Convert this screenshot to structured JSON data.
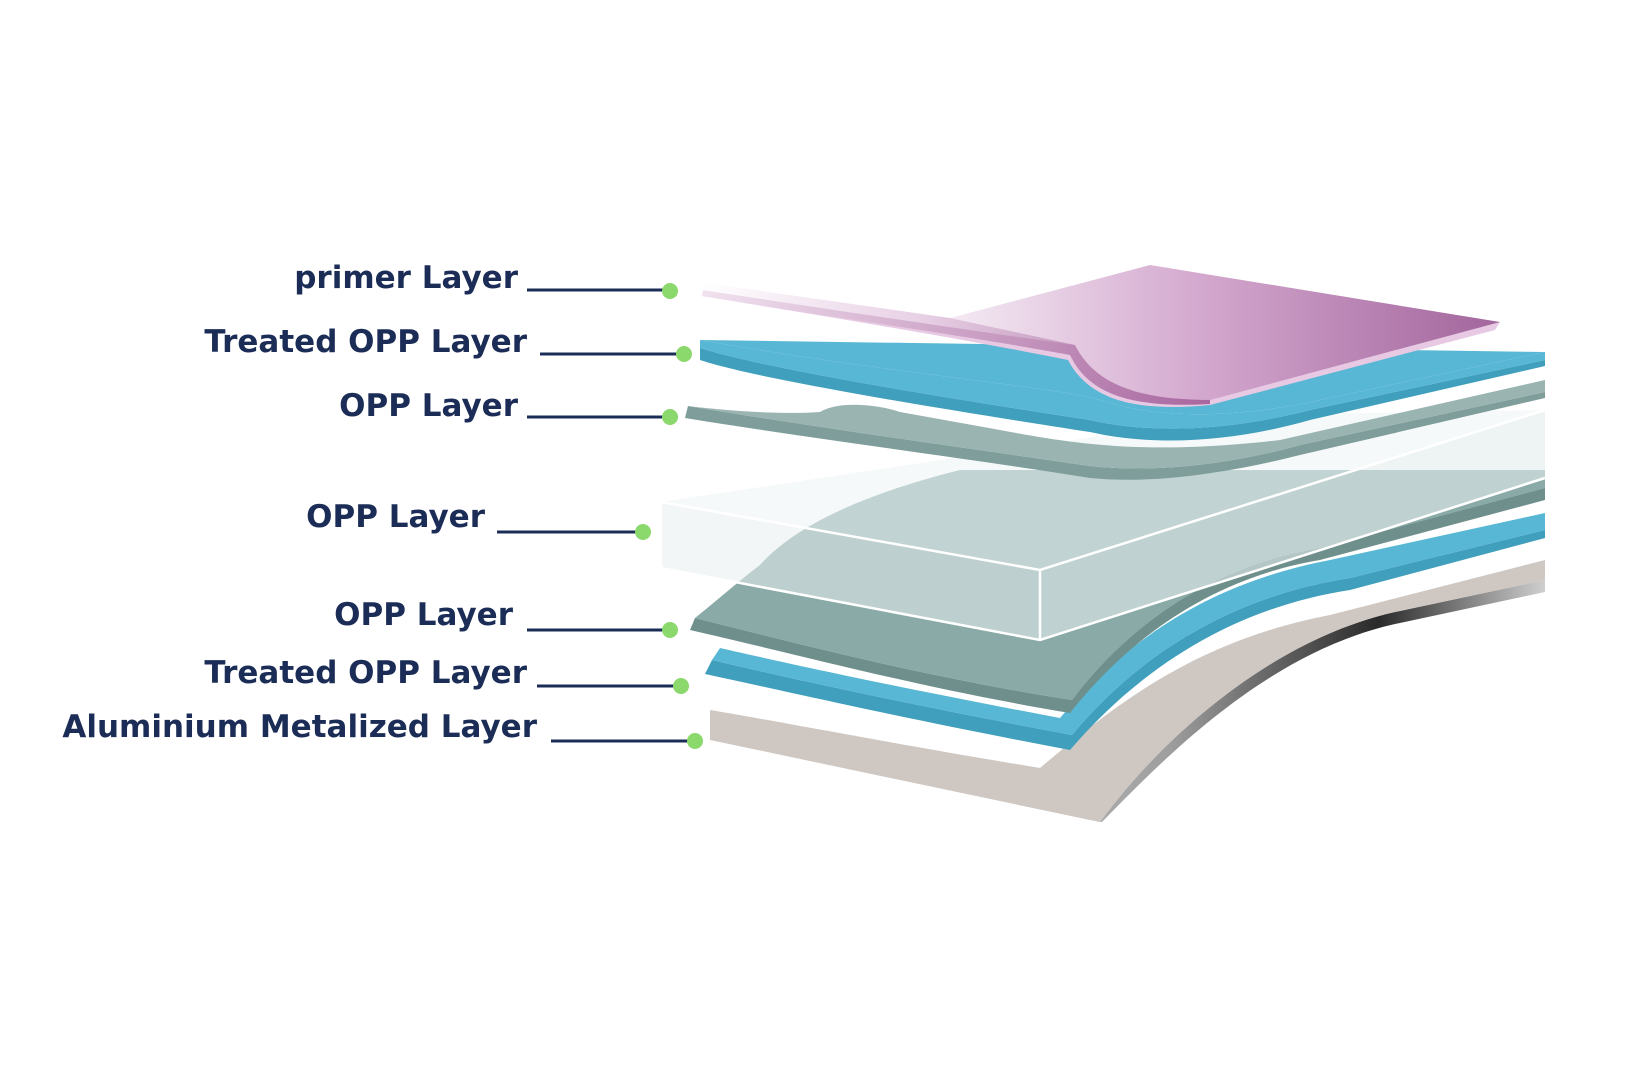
{
  "diagram": {
    "layers": [
      {
        "label": "primer Layer",
        "color": "#b06ea8"
      },
      {
        "label": "Treated OPP Layer",
        "color": "#58b7d4"
      },
      {
        "label": "OPP Layer",
        "color": "#7f9e9b"
      },
      {
        "label": "OPP Layer",
        "color": "#d6e2e2"
      },
      {
        "label": "OPP Layer",
        "color": "#8aaaa8"
      },
      {
        "label": "Treated OPP Layer",
        "color": "#58b7d4"
      },
      {
        "label": "Aluminium Metalized Layer",
        "color": "#cfc7c2"
      }
    ],
    "colors": {
      "label_text": "#1b2d56",
      "leader_line": "#1b2d56",
      "leader_dot": "#8bd86c"
    }
  }
}
